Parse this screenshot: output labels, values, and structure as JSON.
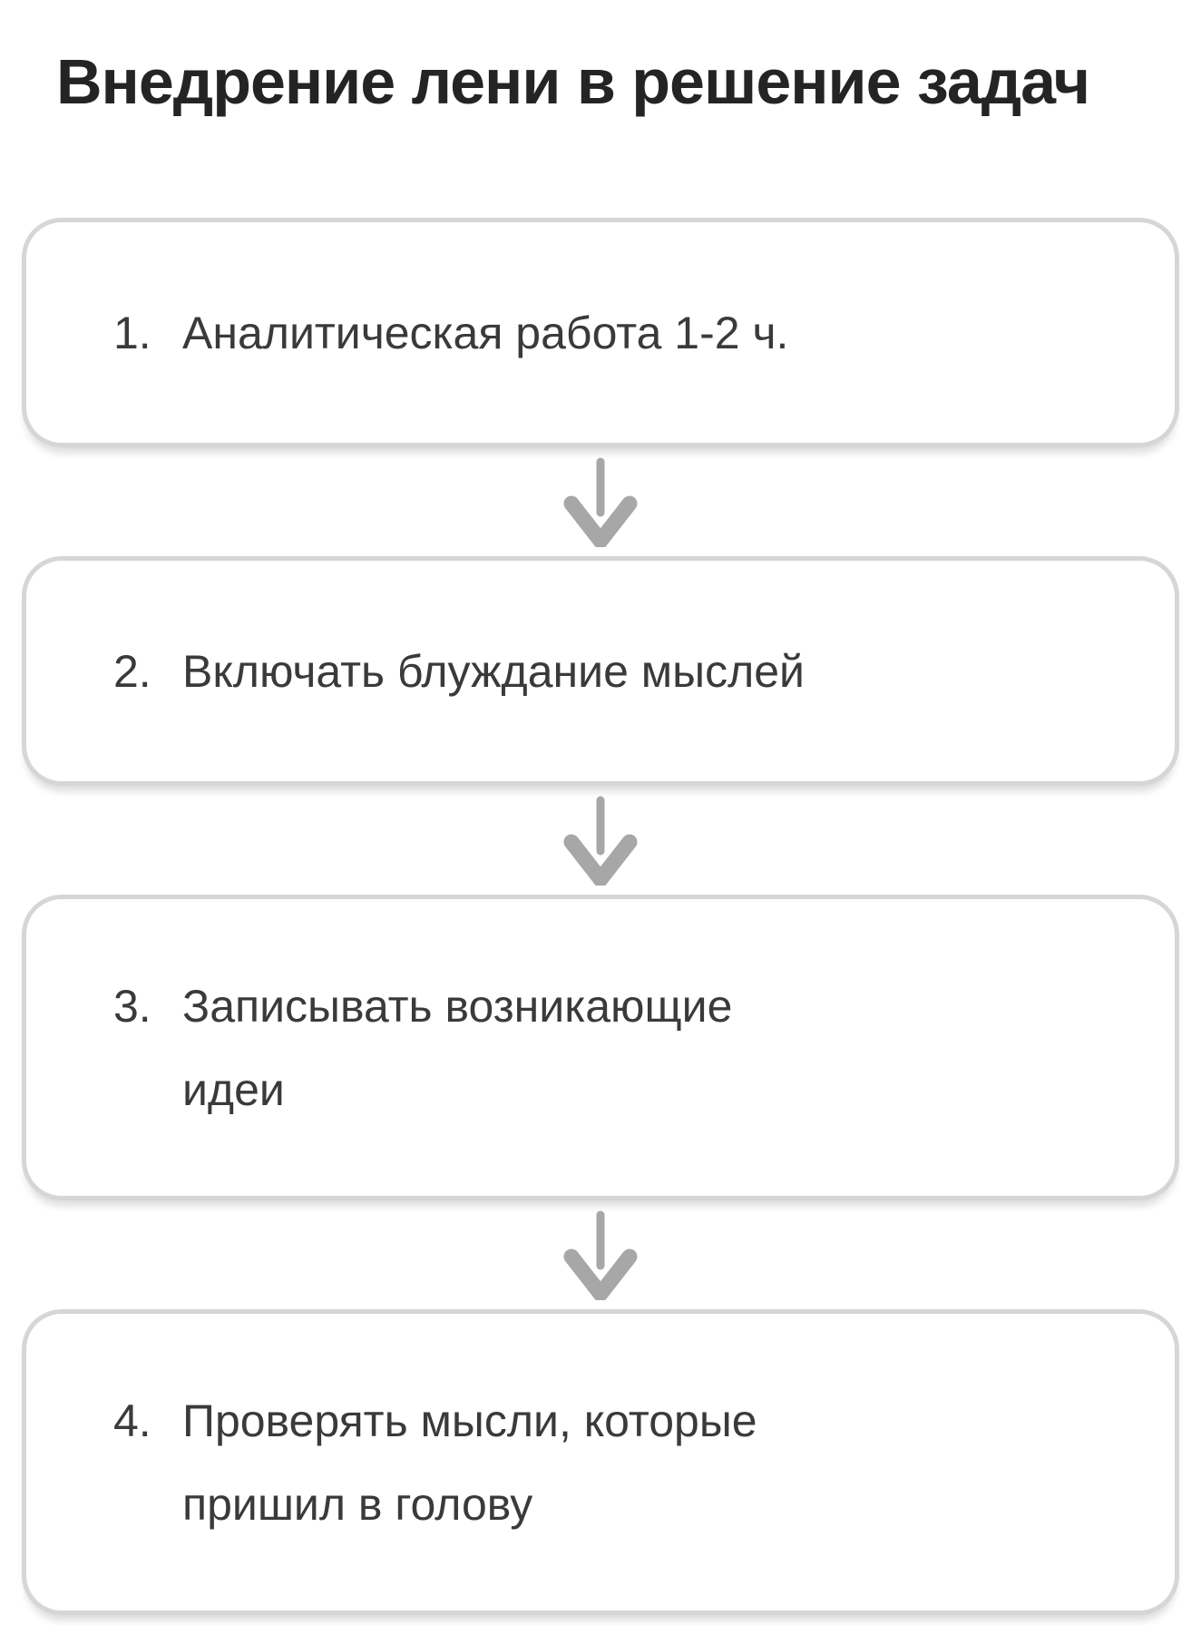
{
  "title": "Внедрение лени в решение задач",
  "colors": {
    "background": "#ffffff",
    "title_text": "#242424",
    "step_text": "#3a3a3a",
    "box_border": "#d6d6d6",
    "arrow": "#a7a7a7"
  },
  "flow": {
    "connector": "arrow-down",
    "steps": [
      {
        "number": "1.",
        "text": "Аналитическая работа 1-2 ч.",
        "lines": [
          "Аналитическая работа 1-2 ч."
        ]
      },
      {
        "number": "2.",
        "text": "Включать блуждание мыслей",
        "lines": [
          "Включать блуждание мыслей"
        ]
      },
      {
        "number": "3.",
        "text": "Записывать возникающие идеи",
        "lines": [
          "Записывать возникающие",
          "идеи"
        ]
      },
      {
        "number": "4.",
        "text": "Проверять мысли, которые пришил в голову",
        "lines": [
          "Проверять мысли, которые",
          "пришил в голову"
        ]
      }
    ]
  }
}
